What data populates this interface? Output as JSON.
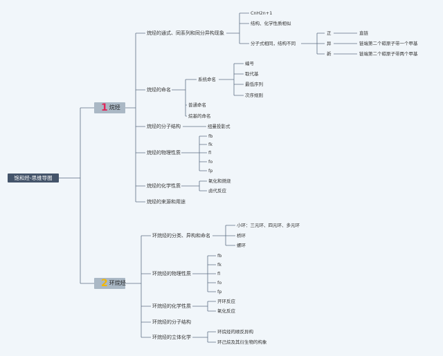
{
  "root": "饱和烃-思维导图",
  "alkane": {
    "num": "1",
    "num_color": "#e0275a",
    "label": "烷烃",
    "n1": "烷烃的通式、同系列和同分异构现象",
    "n1a": "CnH2n+1",
    "n1b": "结构、化学性质相似",
    "n1c": "分子式相同，结构不同",
    "iso": [
      "正",
      "异",
      "新"
    ],
    "iso_desc": [
      "直链",
      "链端第二个碳原子带一个甲基",
      "链端第二个碳原子带两个甲基"
    ],
    "n2": "烷烃的命名",
    "sys": "系统命名",
    "sys_items": [
      "编号",
      "取代基",
      "最低序列",
      "次序规则"
    ],
    "common": "普通命名",
    "radical": "烷基的命名",
    "n3": "烷烃的分子结构",
    "n3a": "纽曼投影式",
    "n4": "烷烃的物理性质",
    "phys": [
      "fb",
      "fk",
      "fl",
      "fo",
      "fp"
    ],
    "n5": "烷烃的化学性质",
    "chem": [
      "氧化和燃烧",
      "卤代反应"
    ],
    "n6": "烷烃的来源和用途"
  },
  "cyclo": {
    "num": "2",
    "num_color": "#f2b705",
    "label": "环烷烃",
    "c1": "环烷烃的分类、异构和命名",
    "c1_items": [
      "小环：三元环、四元环、多元环",
      "桥环",
      "螺环"
    ],
    "c2": "环烷烃的物理性质",
    "phys": [
      "fb",
      "fk",
      "fl",
      "fo",
      "fp"
    ],
    "c3": "环烷烃的化学性质",
    "chem": [
      "开环反应",
      "氧化反应"
    ],
    "c4": "环烷烃的分子结构",
    "c5": "环烷烃的立体化学",
    "stereo": [
      "环烷烃的顺反异构",
      "环己烷及其衍生物的构象"
    ]
  }
}
